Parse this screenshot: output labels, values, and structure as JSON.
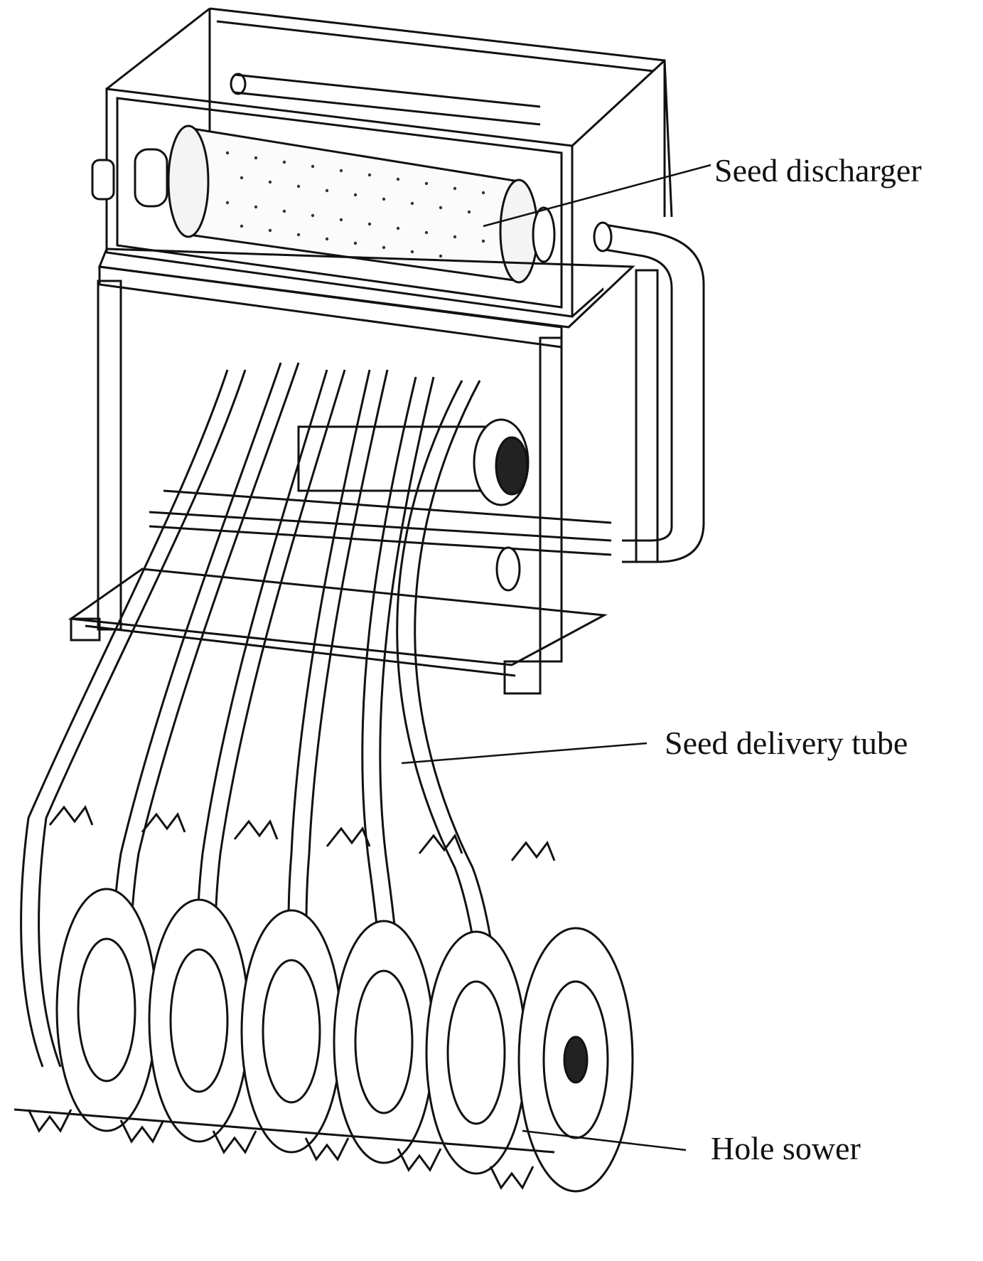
{
  "labels": {
    "seed_discharger": "Seed discharger",
    "seed_delivery_tube": "Seed delivery tube",
    "hole_sower": "Hole sower"
  },
  "colors": {
    "ink": "#111111",
    "background": "#ffffff",
    "shade": "#f2f2f2"
  }
}
